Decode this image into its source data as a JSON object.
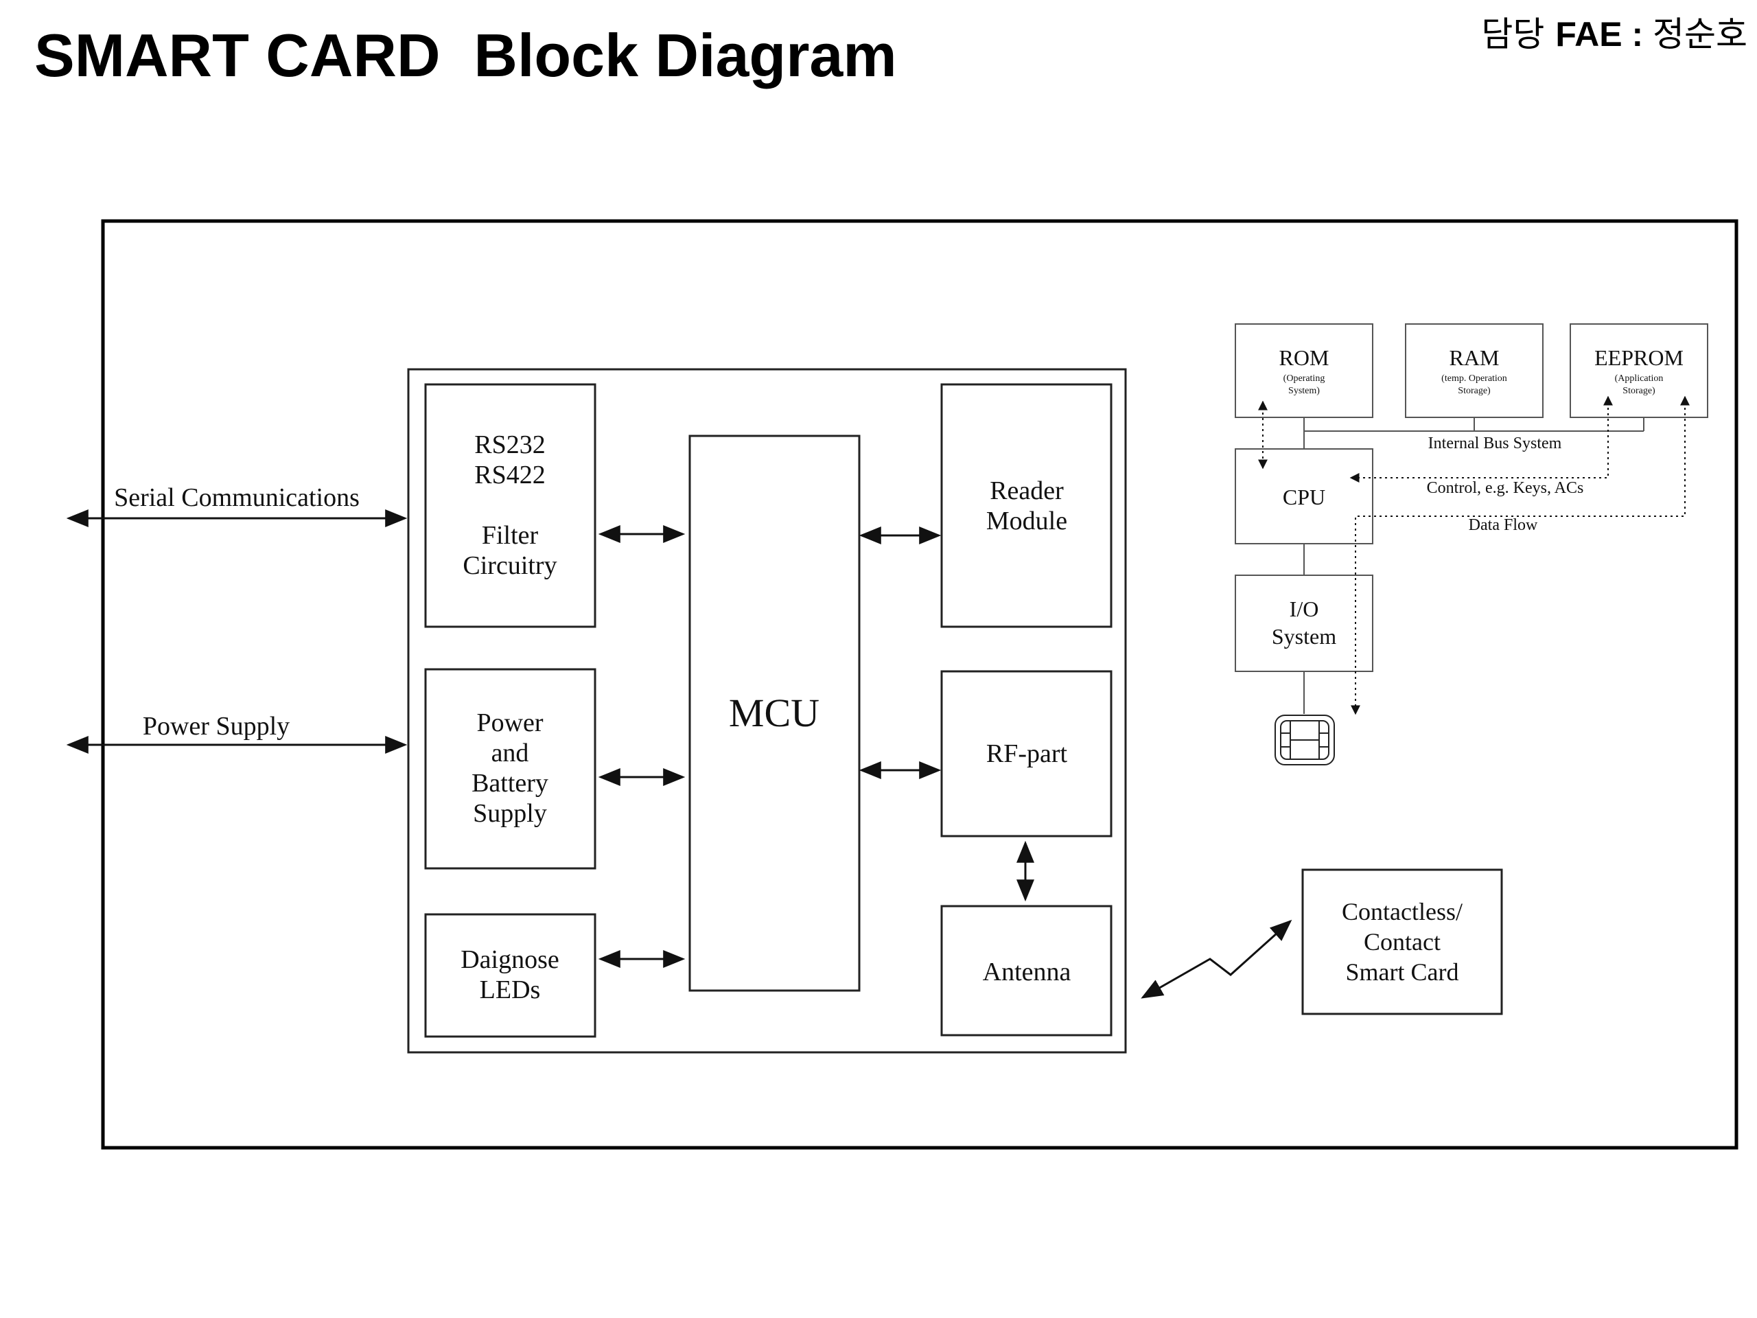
{
  "title": "SMART CARD  Block Diagram",
  "fae": {
    "prefix": "담당 ",
    "role": "FAE : ",
    "name": "정순호"
  },
  "left": {
    "serial": "Serial Communications",
    "power": "Power Supply"
  },
  "blocks": {
    "filter": [
      "RS232",
      "RS422",
      "",
      "Filter",
      "Circuitry"
    ],
    "power": [
      "Power",
      "and",
      "Battery",
      "Supply"
    ],
    "leds": [
      "Daignose",
      "LEDs"
    ],
    "mcu": "MCU",
    "reader": [
      "Reader",
      "Module"
    ],
    "rf": "RF-part",
    "antenna": "Antenna",
    "card": [
      "Contactless/",
      "Contact",
      "Smart Card"
    ]
  },
  "chip": {
    "rom": {
      "title": "ROM",
      "sub": [
        "(Operating",
        "System)"
      ]
    },
    "ram": {
      "title": "RAM",
      "sub": [
        "(temp. Operation",
        "Storage)"
      ]
    },
    "eeprom": {
      "title": "EEPROM",
      "sub": [
        "(Application",
        "Storage)"
      ]
    },
    "cpu": "CPU",
    "io": [
      "I/O",
      "System"
    ],
    "bus": "Internal Bus System",
    "control": "Control, e.g. Keys, ACs",
    "dataflow": "Data Flow"
  }
}
